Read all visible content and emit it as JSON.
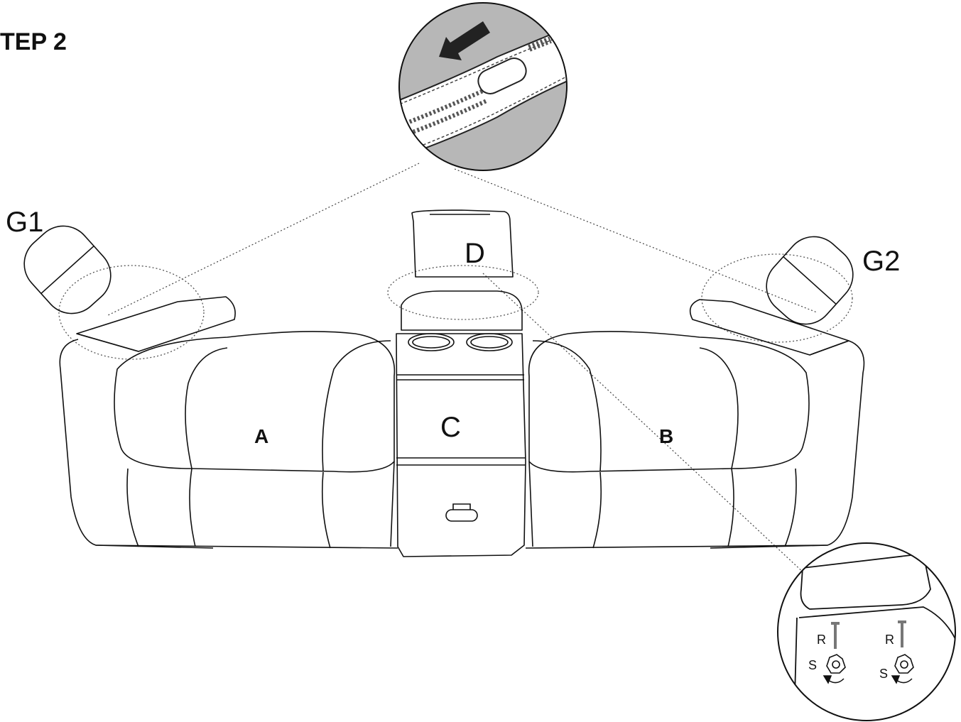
{
  "heading": "TEP 2",
  "labels": {
    "g1": "G1",
    "g2": "G2",
    "d": "D",
    "a": "A",
    "b": "B",
    "c": "C"
  },
  "detail_zoom": {
    "r_left": "R",
    "s_left": "S",
    "r_right": "R",
    "s_right": "S"
  },
  "icons": [
    "zipper-detail-icon",
    "arrow-left-icon",
    "bolt-icon",
    "knob-icon",
    "rotation-arrow-icon",
    "cup-holder-icon",
    "handle-icon"
  ]
}
